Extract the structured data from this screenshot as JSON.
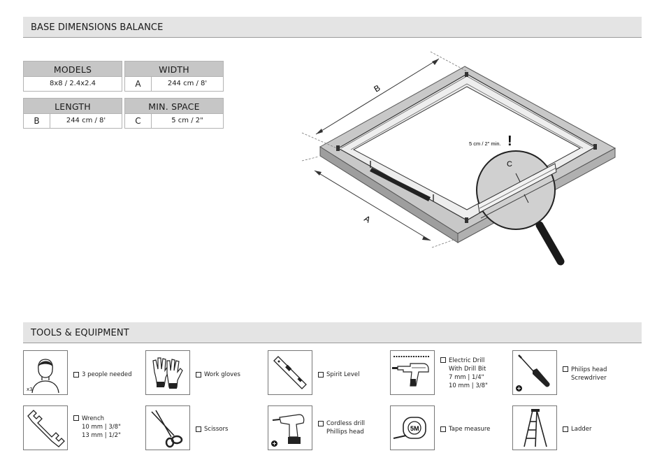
{
  "sections": {
    "base_title": "BASE DIMENSIONS BALANCE",
    "tools_title": "TOOLS & EQUIPMENT"
  },
  "specs": {
    "models": {
      "head": "MODELS",
      "value": "8x8  /  2.4x2.4"
    },
    "width": {
      "head": "WIDTH",
      "letter": "A",
      "value": "244 cm / 8'"
    },
    "length": {
      "head": "LENGTH",
      "letter": "B",
      "value": "244 cm / 8'"
    },
    "min_space": {
      "head": "MIN. SPACE",
      "letter": "C",
      "value": "5 cm / 2\""
    }
  },
  "diagram": {
    "label_a": "A",
    "label_b": "B",
    "label_c": "C",
    "note": "5 cm / 2\" min.",
    "exclaim": "!"
  },
  "tools": [
    {
      "label": "3 people needed",
      "badge": "x3"
    },
    {
      "label": "Work gloves"
    },
    {
      "label": "Spirit Level"
    },
    {
      "label": "Electric Drill\nWith Drill Bit\n7 mm | 1/4\"\n10 mm | 3/8\""
    },
    {
      "label": "Philips head\nScrewdriver"
    },
    {
      "label": "Wrench\n10 mm | 3/8\"\n13 mm | 1/2\""
    },
    {
      "label": "Scissors"
    },
    {
      "label": "Cordless drill\nPhillips head"
    },
    {
      "label": "Tape measure",
      "icon_text": "5M"
    },
    {
      "label": "Ladder"
    }
  ]
}
